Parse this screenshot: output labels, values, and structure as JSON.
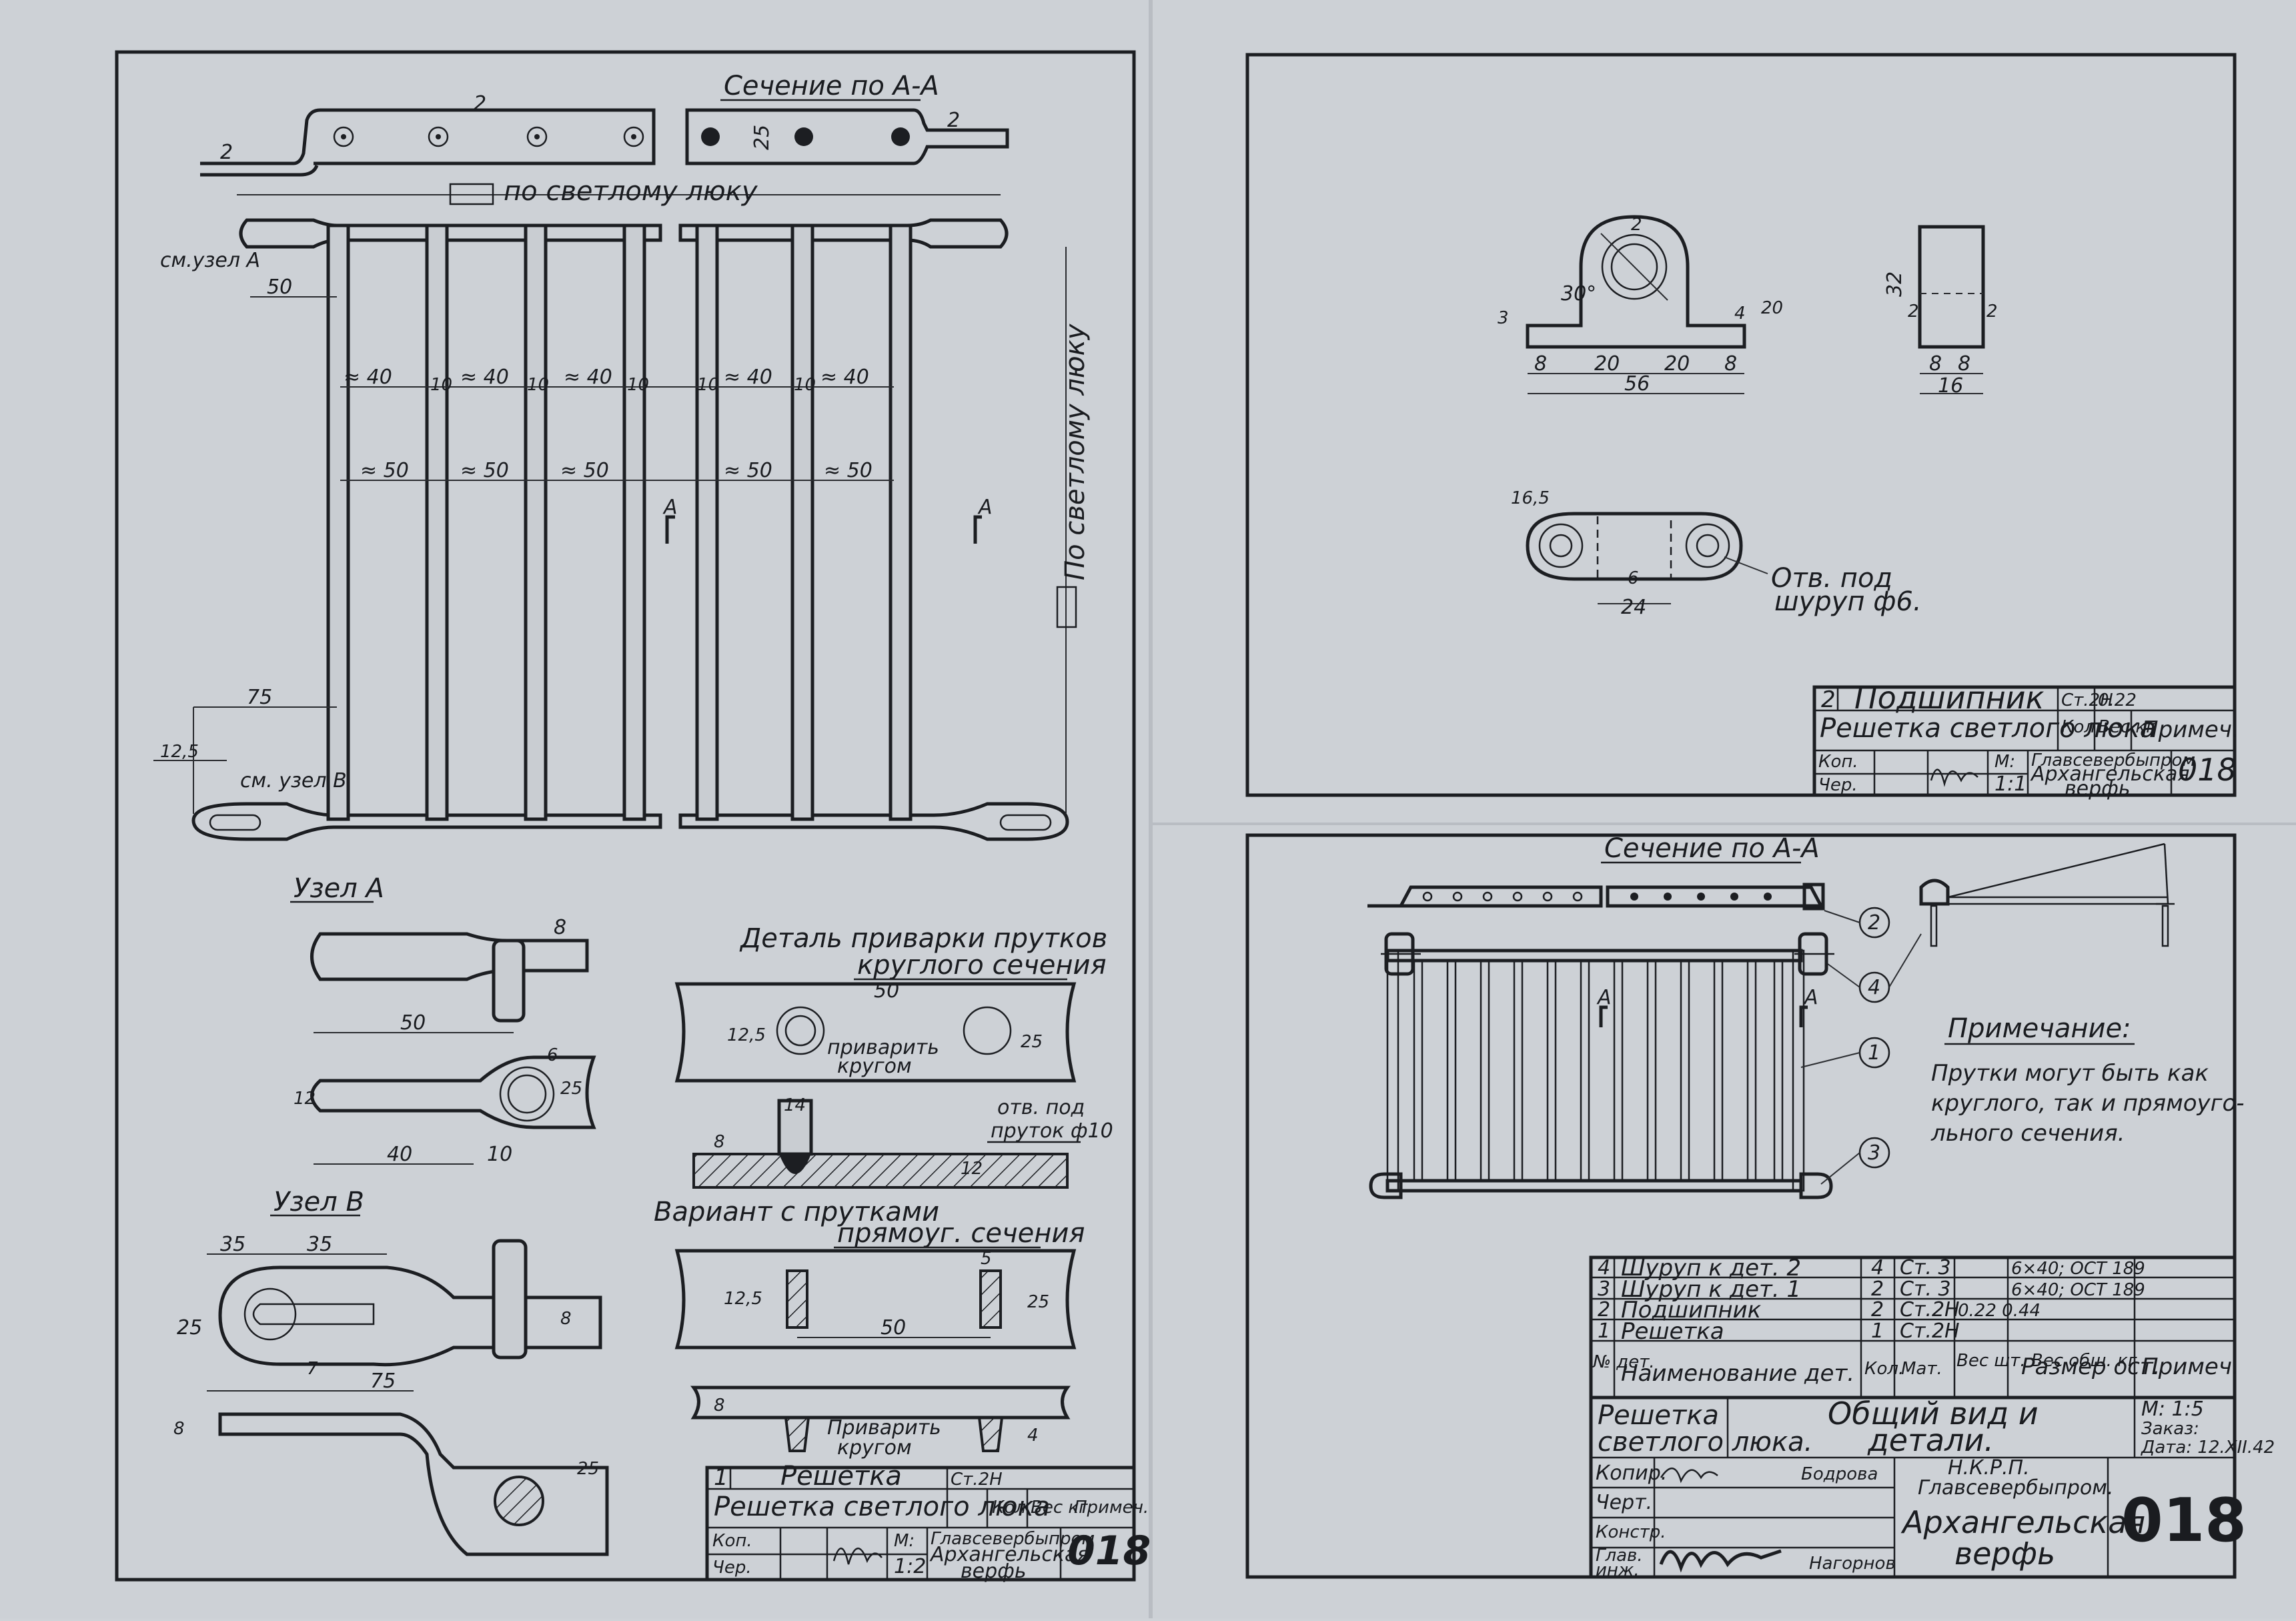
{
  "left_sheet": {
    "section_title": "Сечение по А-А",
    "clear_hatch_label": "по светлому люку",
    "clear_hatch_label_vertical": "По светлому люку",
    "node_a_ref": "см.узел А",
    "node_b_ref": "см. узел В",
    "node_a_title": "Узел А",
    "node_b_title": "Узел В",
    "weld_title_1": "Деталь приварки прутков",
    "weld_title_2": "круглого сечения",
    "weld_note": "приварить",
    "weld_note_2": "кругом",
    "hole_note_1": "отв. под",
    "hole_note_2": "пруток ф10",
    "variant_title_1": "Вариант с прутками",
    "variant_title_2": "прямоуг. сечения",
    "weld_note_b": "Приварить",
    "weld_note_b2": "кругом",
    "dims": {
      "d50": "50",
      "d40": "40",
      "d10": "10",
      "d75": "75",
      "d12_5": "12,5",
      "d25": "25",
      "d35": "35",
      "d7": "7",
      "d5": "5",
      "d8": "8",
      "d4": "4",
      "d2": "2",
      "d12": "12",
      "d14": "14",
      "d6": "6",
      "approx40": "≈ 40",
      "approx50": "≈ 50",
      "sec_a": "А"
    },
    "title_block": {
      "pos": "1",
      "part_name": "Решетка",
      "material": "Ст.2Н",
      "assembly": "Решетка светлого люка",
      "qty_label": "Кол.",
      "weight_label": "Вес кг",
      "note_label": "Примеч.",
      "drawn_label": "Коп.",
      "checked_label": "Чер.",
      "scale_label": "М:",
      "scale": "1:2",
      "org_1": "Главсевербыпром",
      "org_2": "Архангельская",
      "org_3": "верфь",
      "number": "018"
    }
  },
  "bearing_sheet": {
    "dims": {
      "d30deg": "30°",
      "d8": "8",
      "d20": "20",
      "d56": "56",
      "d32": "32",
      "d16": "16",
      "d16_5": "16,5",
      "d24": "24",
      "d4": "4",
      "d3": "3",
      "d6": "6",
      "d2": "2"
    },
    "hole_note_1": "Отв. под",
    "hole_note_2": "шуруп ф6.",
    "title_block": {
      "pos": "2",
      "part_name": "Подшипник",
      "material": "Ст.2Н",
      "weight": "0.22",
      "assembly": "Решетка светлого люка",
      "qty_label": "Кол.",
      "weight_label": "Вес кг",
      "note_label": "Примеч.",
      "drawn_label": "Коп.",
      "checked_label": "Чер.",
      "scale_label": "М:",
      "scale": "1:1",
      "org_1": "Главсевербыпром",
      "org_2": "Архангельская",
      "org_3": "верфь",
      "number": "018"
    }
  },
  "assembly_sheet": {
    "section_title": "Сечение по А-А",
    "sec_a": "А",
    "callouts": [
      "1",
      "2",
      "3",
      "4"
    ],
    "note_title": "Примечание:",
    "note_line_1": "Прутки могут быть как",
    "note_line_2": "круглого, так и прямоуго-",
    "note_line_3": "льного сечения.",
    "parts": [
      {
        "no": "4",
        "name": "Шуруп к дет. 2",
        "qty": "4",
        "material": "Ст. 3",
        "weight": "",
        "size": "6×40; ОСТ 189"
      },
      {
        "no": "3",
        "name": "Шуруп к дет. 1",
        "qty": "2",
        "material": "Ст. 3",
        "weight": "",
        "size": "6×40; ОСТ 189"
      },
      {
        "no": "2",
        "name": "Подшипник",
        "qty": "2",
        "material": "Ст.2Н",
        "weight": "0.22  0.44",
        "size": ""
      },
      {
        "no": "1",
        "name": "Решетка",
        "qty": "1",
        "material": "Ст.2Н",
        "weight": "",
        "size": ""
      }
    ],
    "head": {
      "no": "№ дет.",
      "name": "Наименование дет.",
      "qty": "Кол.",
      "material": "Мат.",
      "weight": "Вес шт. Вес общ. кг",
      "size": "Размер ост.",
      "note": "Примеч."
    },
    "title": {
      "assembly_1": "Решетка",
      "assembly_2": "светлого люка.",
      "drawing_1": "Общий вид и",
      "drawing_2": "детали.",
      "scale": "М: 1:5",
      "order": "Заказ:",
      "date": "Дата: 12.XII.42",
      "copy_label": "Копир.",
      "drawn_label": "Черт.",
      "design_label": "Констр.",
      "chief_label_1": "Глав.",
      "chief_label_2": "инж.",
      "copier_name": "Бодрова",
      "chief_name": "Нагорнов",
      "org_1": "Н.К.Р.П.",
      "org_2": "Главсевербыпром.",
      "org_3": "Архангельская",
      "org_4": "верфь",
      "number": "018"
    }
  }
}
